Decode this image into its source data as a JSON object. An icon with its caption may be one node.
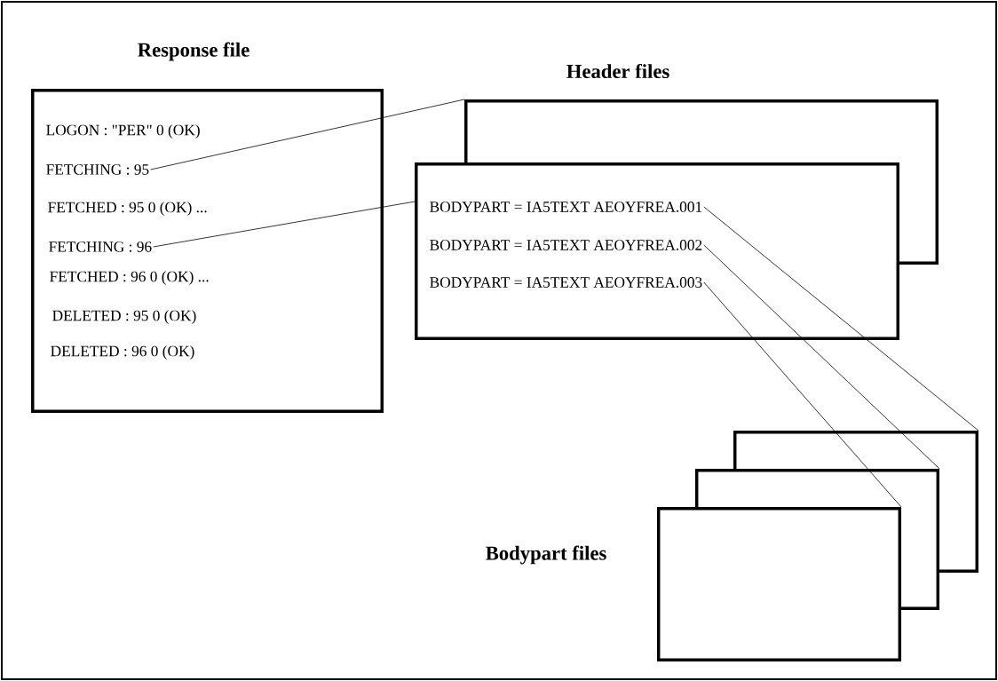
{
  "diagram": {
    "nodes": [
      {
        "text": [
          "Response file"
        ]
      },
      {
        "text": [
          "LOGON : \"PER\" 0 (OK)"
        ],
        "in": 0
      },
      {
        "text": [
          "FETCHING :  95"
        ],
        "in": 0
      },
      {
        "text": [
          "FETCHED :  95 0  (OK) ..."
        ],
        "in": 0
      },
      {
        "text": [
          "FETCHING :  96"
        ],
        "in": 0
      },
      {
        "text": [
          "FETCHED :  96 0  (OK) ..."
        ],
        "in": 0
      },
      {
        "text": [
          "DELETED :  95 0  (OK)"
        ],
        "in": 0
      },
      {
        "text": [
          "DELETED :  96 0  (OK)"
        ],
        "in": 0
      },
      {
        "text": [
          "Header files"
        ]
      },
      {
        "text": [],
        "shape": "box"
      },
      {
        "text": [
          "BODYPART =  IA5TEXT AEOYFREA.001"
        ],
        "in": 9
      },
      {
        "text": [
          "BODYPART =  IA5TEXT AEOYFREA.002"
        ],
        "in": 9
      },
      {
        "text": [
          "BODYPART =  IA5TEXT AEOYFREA.003"
        ],
        "in": 9
      },
      {
        "text": [],
        "shape": "box"
      },
      {
        "text": [],
        "shape": "box"
      },
      {
        "text": [],
        "shape": "box",
        "beside": [
          "Bodypart files"
        ]
      }
    ],
    "edges": [
      {
        "from": 2,
        "to": 8,
        "arrow": "none"
      },
      {
        "from": 4,
        "to": 9,
        "arrow": "none"
      },
      {
        "from": 10,
        "to": 13,
        "arrow": "none"
      },
      {
        "from": 11,
        "to": 14,
        "arrow": "none"
      },
      {
        "from": 12,
        "to": 15,
        "arrow": "none"
      }
    ]
  }
}
